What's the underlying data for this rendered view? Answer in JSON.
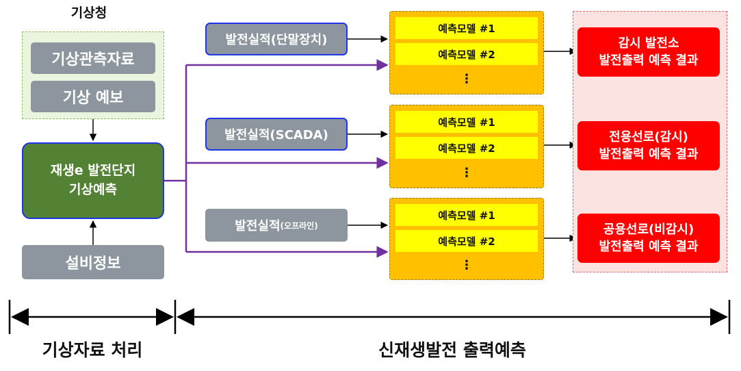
{
  "kma": {
    "title": "기상청",
    "items": [
      "기상관측자료",
      "기상 예보"
    ]
  },
  "weather_forecast_box": {
    "line1": "재생e 발전단지",
    "line2": "기상예측"
  },
  "facility_info": "설비정보",
  "actuals": [
    {
      "label": "발전실적(단말장치)"
    },
    {
      "label": "발전실적(SCADA)"
    },
    {
      "label": "발전실적",
      "suffix": "(오프라인)"
    }
  ],
  "model_groups": [
    {
      "models": [
        "예측모델 #1",
        "예측모델 #2"
      ],
      "more": "⋮"
    },
    {
      "models": [
        "예측모델 #1",
        "예측모델 #2"
      ],
      "more": "⋮"
    },
    {
      "models": [
        "예측모델 #1",
        "예측모델 #2"
      ],
      "more": "⋮"
    }
  ],
  "results": [
    {
      "line1": "감시 발전소",
      "line2": "발전출력 예측 결과"
    },
    {
      "line1": "전용선로(감시)",
      "line2": "발전출력 예측 결과"
    },
    {
      "line1": "공용선로(비감시)",
      "line2": "발전출력 예측 결과"
    }
  ],
  "bottom": {
    "left_label": "기상자료 처리",
    "right_label": "신재생발전 출력예측"
  },
  "colors": {
    "blue_border": "#1f35e6",
    "purple_arrow": "#7030a0",
    "green_box": "#548235",
    "model_yellow": "#ffff00",
    "model_group_orange": "#ffc000",
    "result_red": "#ff0000"
  }
}
